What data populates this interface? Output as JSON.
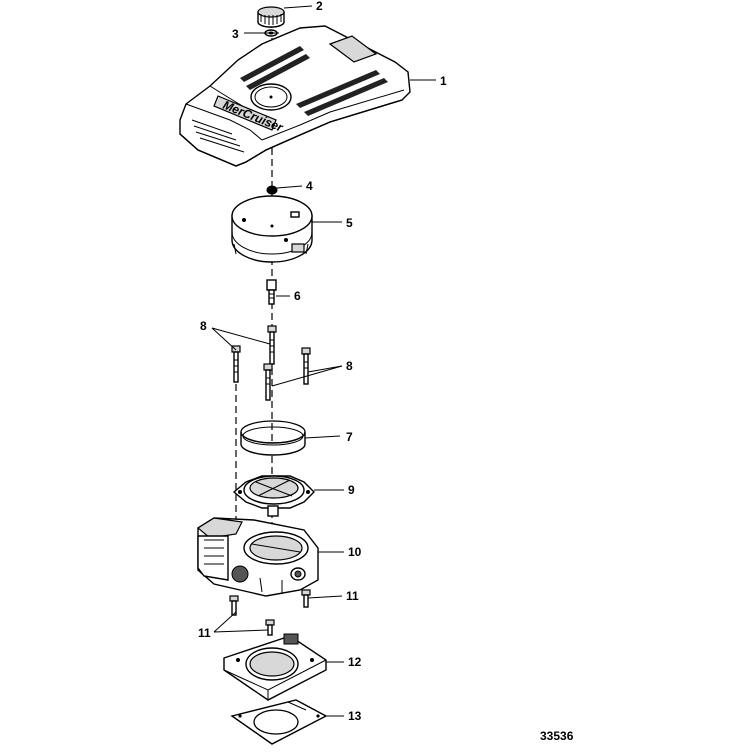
{
  "diagram": {
    "drawing_number": "33536",
    "cover_logo_text": "MerCruiser",
    "callouts": {
      "c1": "1",
      "c2": "2",
      "c3": "3",
      "c4": "4",
      "c5": "5",
      "c6": "6",
      "c7": "7",
      "c8a": "8",
      "c8b": "8",
      "c9": "9",
      "c10": "10",
      "c11a": "11",
      "c11b": "11",
      "c12": "12",
      "c13": "13"
    }
  }
}
